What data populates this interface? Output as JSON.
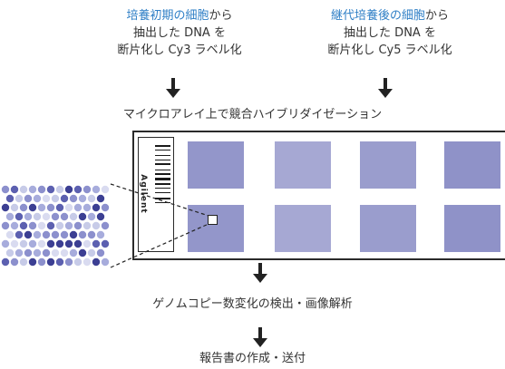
{
  "left_source": {
    "line1_blue": "培養初期の細胞",
    "line1_black": "から",
    "line2": "抽出した DNA を",
    "line3": "断片化し Cy3 ラベル化"
  },
  "right_source": {
    "line1_blue": "継代培養後の細胞",
    "line1_black": "から",
    "line2": "抽出した DNA を",
    "line3": "断片化し Cy5 ラベル化"
  },
  "step_hybridization": "マイクロアレイ上で競合ハイブリダイゼーション",
  "barcode_label": "Agilent",
  "step_analysis": "ゲノムコピー数変化の検出・画像解析",
  "step_report": "報告書の作成・送付",
  "colors": {
    "accent_blue": "#2f7fc6",
    "spot": "#6f73b8",
    "ink": "#222222"
  },
  "icons": [
    "arrow-down-icon",
    "barcode-icon",
    "microarray-spot-icon",
    "zoom-dots-icon"
  ]
}
